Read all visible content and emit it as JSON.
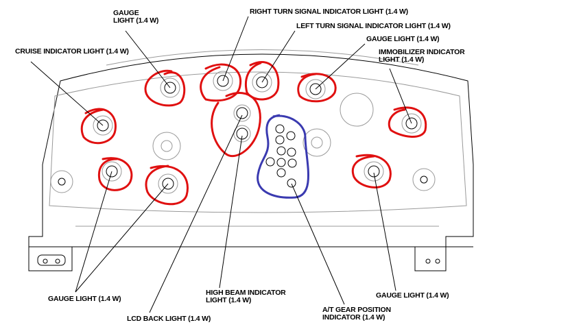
{
  "labels": {
    "gauge_top_left": [
      "GAUGE",
      "LIGHT (1.4 W)"
    ],
    "right_turn": "RIGHT TURN SIGNAL INDICATOR LIGHT (1.4 W)",
    "left_turn": "LEFT TURN SIGNAL INDICATOR LIGHT (1.4 W)",
    "gauge_top_right": "GAUGE LIGHT (1.4 W)",
    "cruise": "CRUISE INDICATOR LIGHT (1.4 W)",
    "immobilizer": [
      "IMMOBILIZER INDICATOR",
      "LIGHT (1.4 W)"
    ],
    "gauge_bottom_left": "GAUGE LIGHT (1.4 W)",
    "lcd": "LCD BACK LIGHT (1.4 W)",
    "high_beam": [
      "HIGH BEAM INDICATOR",
      "LIGHT (1.4 W)"
    ],
    "at_gear": [
      "A/T GEAR POSITION",
      "INDICATOR (1.4 W)"
    ],
    "gauge_bottom_right": "GAUGE LIGHT (1.4 W)"
  },
  "colors": {
    "highlight_red": "#e01010",
    "highlight_blue": "#3a3ab0"
  }
}
